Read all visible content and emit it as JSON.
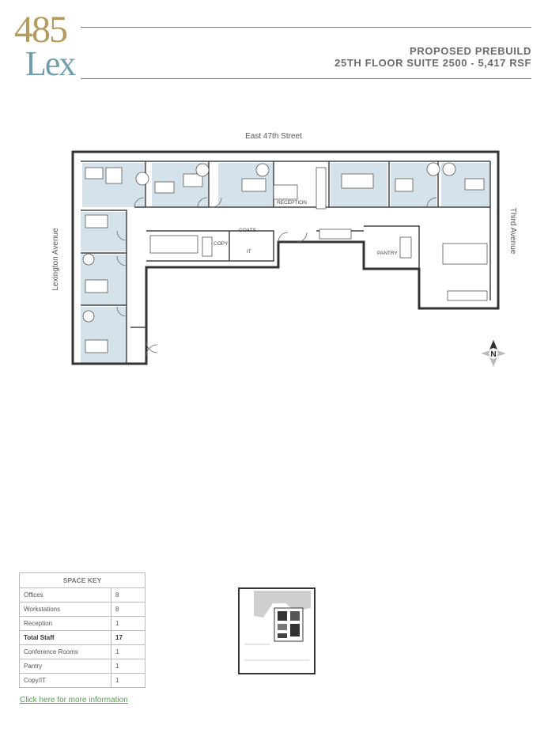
{
  "logo": {
    "number": "485",
    "word": "Lex"
  },
  "header": {
    "line1": "PROPOSED PREBUILD",
    "line2": "25TH FLOOR SUITE 2500 - 5,417 RSF"
  },
  "plan": {
    "street_top": "East 47th Street",
    "street_left": "Lexington Avenue",
    "street_right": "Third Avenue",
    "compass": "N",
    "rooms": {
      "reception": "RECEPTION",
      "coats": "COATS",
      "copy": "COPY",
      "it": "IT",
      "pantry": "PANTRY"
    },
    "colors": {
      "office_fill": "#d5e2ea",
      "wall": "#333333"
    }
  },
  "space_key": {
    "title": "SPACE KEY",
    "rows": [
      {
        "label": "Offices",
        "value": "8"
      },
      {
        "label": "Workstations",
        "value": "8"
      },
      {
        "label": "Reception",
        "value": "1"
      },
      {
        "label": "Total Staff",
        "value": "17"
      },
      {
        "label": "Conference Rooms",
        "value": "1"
      },
      {
        "label": "Pantry",
        "value": "1"
      },
      {
        "label": "Copy/IT",
        "value": "1"
      }
    ]
  },
  "link": {
    "text": "Click here for more information"
  }
}
